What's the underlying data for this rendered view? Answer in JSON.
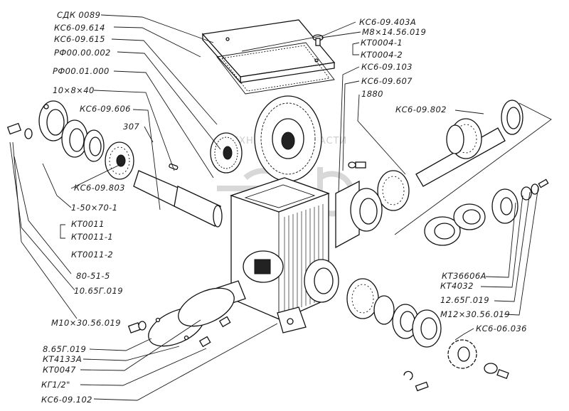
{
  "diagram": {
    "title": "Редуктор — деталировка",
    "watermark": {
      "text": "ТЕХНИКА И ЗАПЧАСТИ",
      "logo": "etp"
    },
    "labels": {
      "sdk0089": "СДК 0089",
      "ks6_09_614": "КС6-09.614",
      "ks6_09_615": "КС6-09.615",
      "rf00_00_002": "РФ00.00.002",
      "rf00_01_000": "РФ00.01.000",
      "key_10x8x40": "10×8×40",
      "ks6_09_606": "КС6-09.606",
      "bearing_307": "307",
      "ks6_09_803": "КС6-09.803",
      "seal_1_50x70_1": "1-50×70-1",
      "kt0011": "КТ0011",
      "kt0011_1": "КТ0011-1",
      "kt0011_2": "КТ0011-2",
      "ring_80_51_5": "80-51-5",
      "washer_10_65g_019": "10.65Г.019",
      "bolt_m10x30": "М10×30.56.019",
      "washer_8_65g_019": "8.65Г.019",
      "kt4133a": "КТ4133А",
      "kt0047": "КТ0047",
      "plug_kg1_2": "КГ1/2\"",
      "ks6_09_102": "КС6-09.102",
      "ks6_09_403a": "КС6-09.403А",
      "bolt_m8x14": "М8×14.56.019",
      "kt0004_1": "КТ0004-1",
      "kt0004_2": "КТ0004-2",
      "ks6_09_103": "КС6-09.103",
      "ks6_09_607": "КС6-09.607",
      "ring_1880": "1880",
      "ks6_09_802": "КС6-09.802",
      "kt36606a": "КТ36606А",
      "kt4032": "КТ4032",
      "washer_12_65g_019": "12.65Г.019",
      "bolt_m12x30": "М12×30.56.019",
      "sprocket_ks6_06_036": "КС6-06.036"
    }
  }
}
